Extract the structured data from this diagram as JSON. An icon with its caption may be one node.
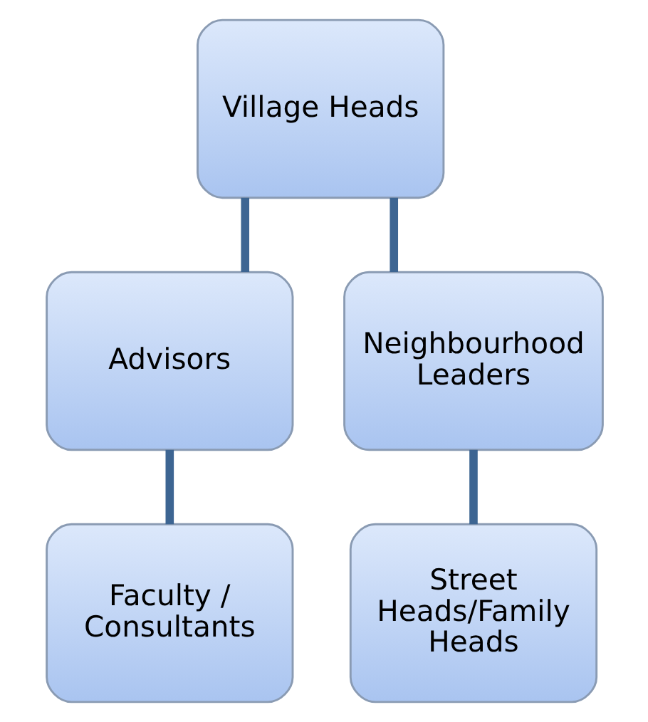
{
  "diagram": {
    "nodes": [
      {
        "text": [
          "Village Heads"
        ]
      },
      {
        "text": [
          "Advisors"
        ]
      },
      {
        "text": [
          "Neighbourhood Leaders"
        ]
      },
      {
        "text": [
          "Faculty / Consultants"
        ]
      },
      {
        "text": [
          "Street Heads/Family Heads"
        ]
      }
    ],
    "edges": [
      {
        "from": 0,
        "to": 1,
        "arrow": "none"
      },
      {
        "from": 0,
        "to": 2,
        "arrow": "none"
      },
      {
        "from": 1,
        "to": 3,
        "arrow": "none"
      },
      {
        "from": 2,
        "to": 4,
        "arrow": "none"
      }
    ]
  }
}
